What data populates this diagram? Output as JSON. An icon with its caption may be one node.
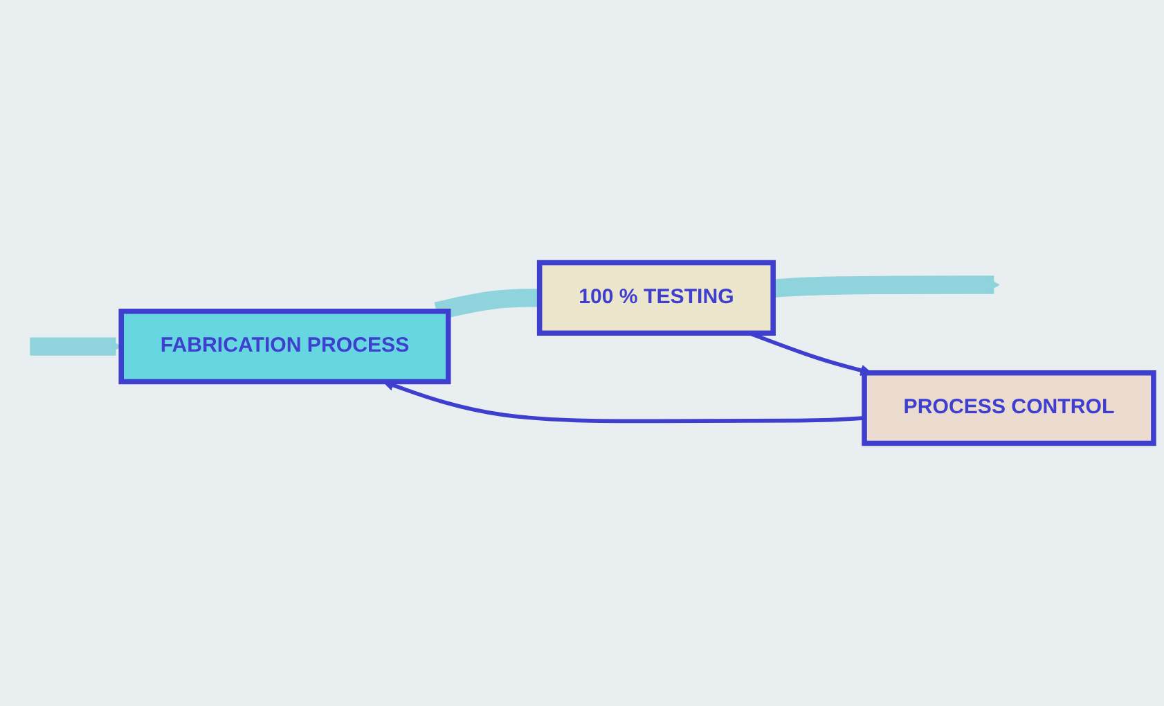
{
  "diagram": {
    "nodes": [
      {
        "text": [
          "FABRICATION PROCESS"
        ]
      },
      {
        "text": [
          "100 % TESTING"
        ]
      },
      {
        "text": [
          "PROCESS CONTROL"
        ]
      }
    ],
    "edges": [
      {
        "from": null,
        "to": 0,
        "arrow": "to"
      },
      {
        "from": 0,
        "to": 1,
        "arrow": "none"
      },
      {
        "from": 1,
        "to": null,
        "arrow": "to"
      },
      {
        "from": 1,
        "to": 2,
        "arrow": "to",
        "color": "#3f3fcf"
      },
      {
        "from": 2,
        "to": 0,
        "arrow": "to",
        "color": "#3f3fcf"
      }
    ]
  }
}
